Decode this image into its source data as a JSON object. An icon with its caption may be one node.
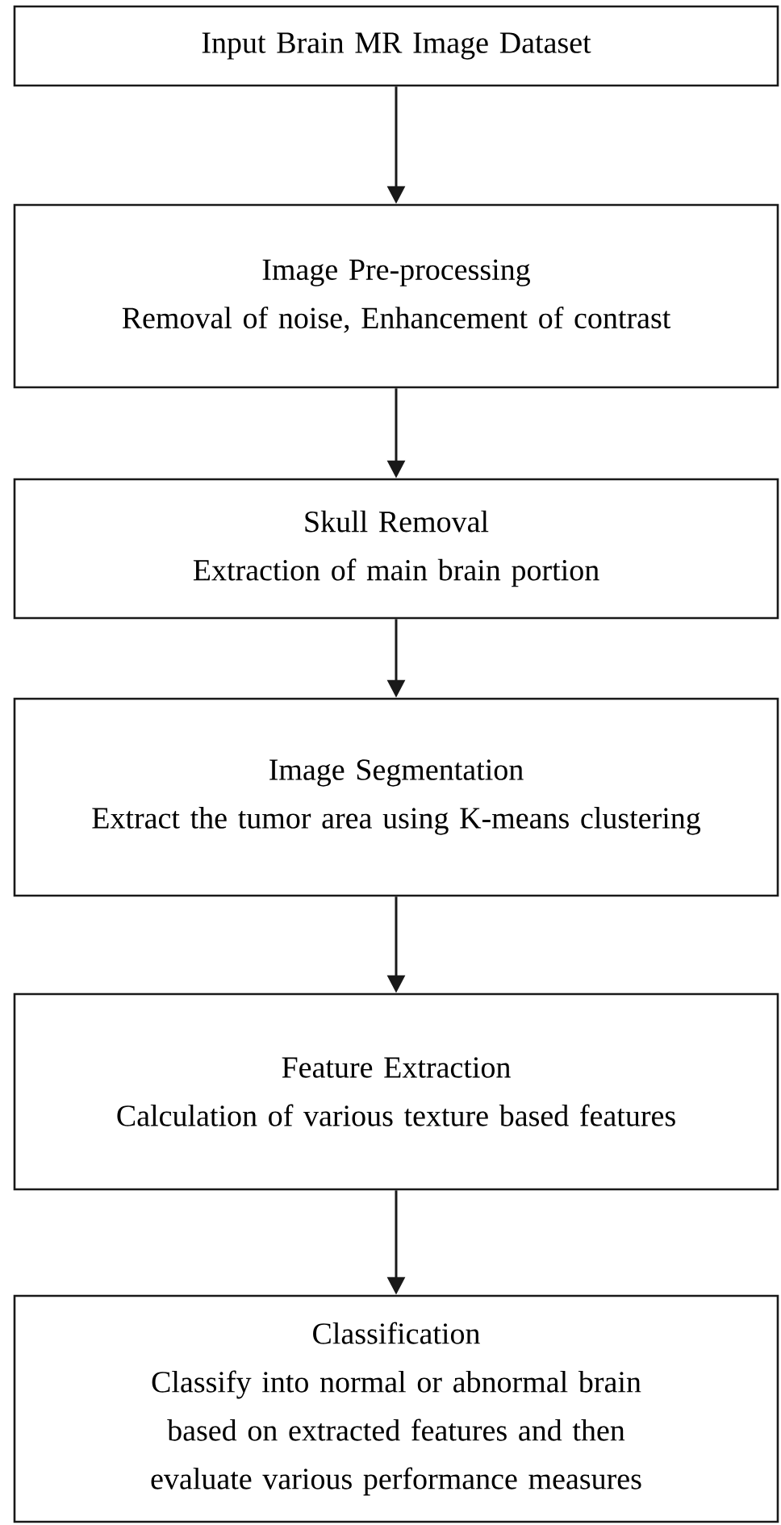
{
  "diagram": {
    "nodes": [
      {
        "text": [
          "Input Brain MR Image Dataset"
        ]
      },
      {
        "text": [
          "Image Pre-processing",
          "Removal of noise, Enhancement of contrast"
        ]
      },
      {
        "text": [
          "Skull Removal",
          "Extraction of main brain portion"
        ]
      },
      {
        "text": [
          "Image Segmentation",
          "Extract the tumor area using K-means clustering"
        ]
      },
      {
        "text": [
          "Feature Extraction",
          "Calculation of various texture based features"
        ]
      },
      {
        "text": [
          "Classification",
          "Classify into normal or abnormal brain based on extracted features and then evaluate various performance measures"
        ]
      }
    ],
    "edges": [
      {
        "from": 0,
        "to": 1,
        "arrow": "to"
      },
      {
        "from": 1,
        "to": 2,
        "arrow": "to"
      },
      {
        "from": 2,
        "to": 3,
        "arrow": "to"
      },
      {
        "from": 3,
        "to": 4,
        "arrow": "to"
      },
      {
        "from": 4,
        "to": 5,
        "arrow": "to"
      }
    ]
  }
}
